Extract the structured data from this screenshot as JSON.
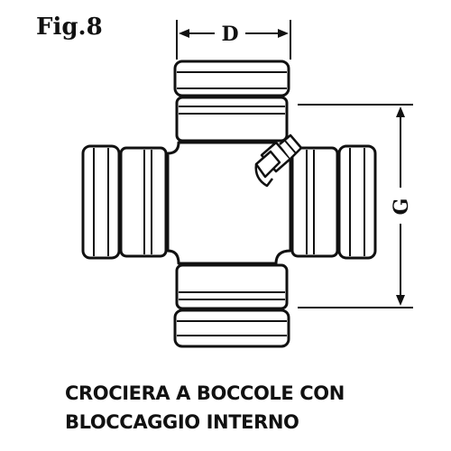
{
  "figure_label": "Fig.8",
  "dimension_labels": {
    "width": "D",
    "height": "G"
  },
  "caption": {
    "line1": "CROCIERA A BOCCOLE CON",
    "line2": "BLOCCAGGIO INTERNO"
  },
  "colors": {
    "ink": "#111111",
    "background": "#ffffff"
  }
}
